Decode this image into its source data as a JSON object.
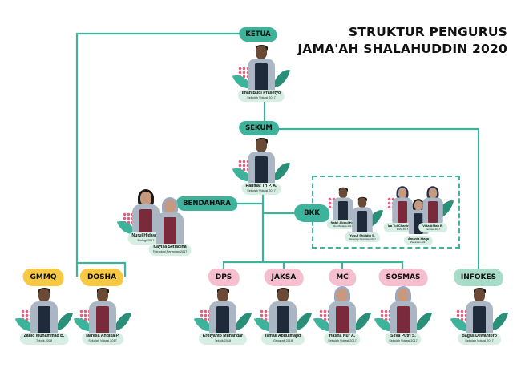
{
  "title": {
    "line1": "STRUKTUR PENGURUS",
    "line2": "JAMA'AH SHALAHUDDIN 2020"
  },
  "colors": {
    "line": "#3eb39b",
    "core_badge": "#3eb39b",
    "yellow_badge": "#f6c843",
    "pink_badge": "#f6bfd0",
    "mint_badge": "#a9dcc8"
  },
  "roles": {
    "ketua": {
      "label": "KETUA",
      "members": [
        {
          "name": "Iman Budi Prasetyo",
          "dept": "Sekolah Vokasi 2017"
        }
      ]
    },
    "sekum": {
      "label": "SEKUM",
      "members": [
        {
          "name": "Rahmat Tri P. A.",
          "dept": "Sekolah Vokasi 2017"
        }
      ]
    },
    "bendahara": {
      "label": "BENDAHARA",
      "members": [
        {
          "name": "Nurul Hidayah",
          "dept": "Biologi 2017"
        },
        {
          "name": "Kayisa Setiadina",
          "dept": "Teknologi Pertanian 2017"
        }
      ]
    },
    "bkk": {
      "label": "BKK",
      "members": [
        {
          "name": "Nabil Abdul Haq",
          "dept": "Ilmu Budaya 2017"
        },
        {
          "name": "Yusuf Shiddiq S.",
          "dept": "Teknologi Pertanian 2017"
        },
        {
          "name": "Iza Tul Chaninah H.",
          "dept": "MIPA 2017"
        },
        {
          "name": "Amania Ittaqa",
          "dept": "Pertanian 2017"
        },
        {
          "name": "Vida Afifah E.",
          "dept": "Farmasi 2017"
        }
      ]
    },
    "gmmq": {
      "label": "GMMQ",
      "members": [
        {
          "name": "Zahid Muhammad B.",
          "dept": "Teknik 2018"
        }
      ]
    },
    "dosha": {
      "label": "DOSHA",
      "members": [
        {
          "name": "Naresa Andika P.",
          "dept": "Sekolah Vokasi 2017"
        }
      ]
    },
    "dps": {
      "label": "DPS",
      "members": [
        {
          "name": "Erdiyanto Munandar",
          "dept": "Teknik 2018"
        }
      ]
    },
    "jaksa": {
      "label": "JAKSA",
      "members": [
        {
          "name": "Ismail Abdulmajid",
          "dept": "Geografi 2018"
        }
      ]
    },
    "mc": {
      "label": "MC",
      "members": [
        {
          "name": "Hasna Nur A.",
          "dept": "Sekolah Vokasi 2017"
        }
      ]
    },
    "sosmas": {
      "label": "SOSMAS",
      "members": [
        {
          "name": "Silva Putri S.",
          "dept": "Sekolah Vokasi 2017"
        }
      ]
    },
    "infokes": {
      "label": "INFOKES",
      "members": [
        {
          "name": "Bagas Dewantoro",
          "dept": "Sekolah Vokasi 2017"
        }
      ]
    }
  }
}
